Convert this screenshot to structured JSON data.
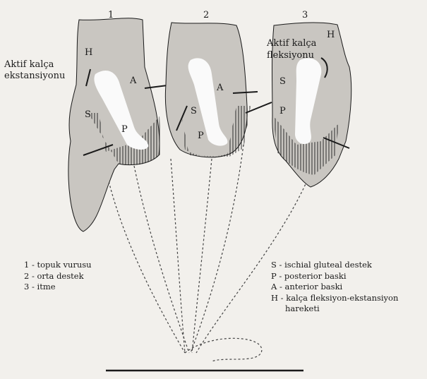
{
  "phase_numbers": [
    "1",
    "2",
    "3"
  ],
  "letters": {
    "H": "H",
    "A": "A",
    "S": "S",
    "P": "P"
  },
  "callouts": {
    "extension": [
      "Aktif kalça",
      "ekstansiyonu"
    ],
    "flexion": [
      "Aktif kalça",
      "fleksiyonu"
    ]
  },
  "legend_left": [
    "1 - topuk vurusu",
    "2 - orta destek",
    "3 - itme"
  ],
  "legend_right": [
    "S - ischial gluteal destek",
    "P - posterior baski",
    "A - anterior baski",
    "H - kalça fleksiyon-ekstansiyon",
    "hareketi"
  ],
  "colors": {
    "background": "#f2f0ec",
    "socket_fill": "#c9c6c1",
    "ink": "#1a1a1a",
    "bone_fill": "#fafafa"
  }
}
